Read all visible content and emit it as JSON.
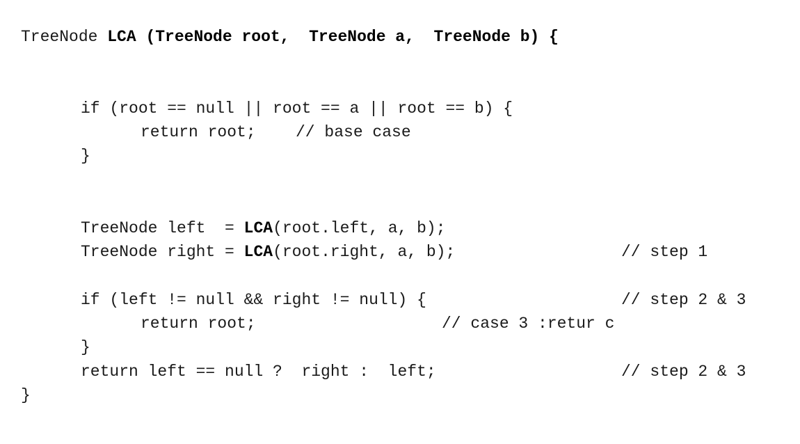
{
  "code": {
    "line1": {
      "t1": "TreeNode ",
      "t2": "LCA (TreeNode root,  TreeNode a,  TreeNode b) {"
    },
    "line2": "if (root == null || root == a || root == b) {",
    "line3": {
      "code": "return root;",
      "comment": "// base case"
    },
    "line4": "}",
    "line5": {
      "t1": "TreeNode left  = ",
      "t2": "LCA",
      "t3": "(root.left, a, b);"
    },
    "line6": {
      "t1": "TreeNode right = ",
      "t2": "LCA",
      "t3": "(root.right, a, b);",
      "comment": "// step 1"
    },
    "line7": {
      "code": "if (left != null && right != null) {",
      "comment": "// step 2 & 3"
    },
    "line8": {
      "code": "return root;",
      "comment": "// case 3 :retur c"
    },
    "line9": "}",
    "line10": {
      "code": "return left == null ?  right :  left;",
      "comment": "// step 2 & 3"
    },
    "line11": "}"
  }
}
